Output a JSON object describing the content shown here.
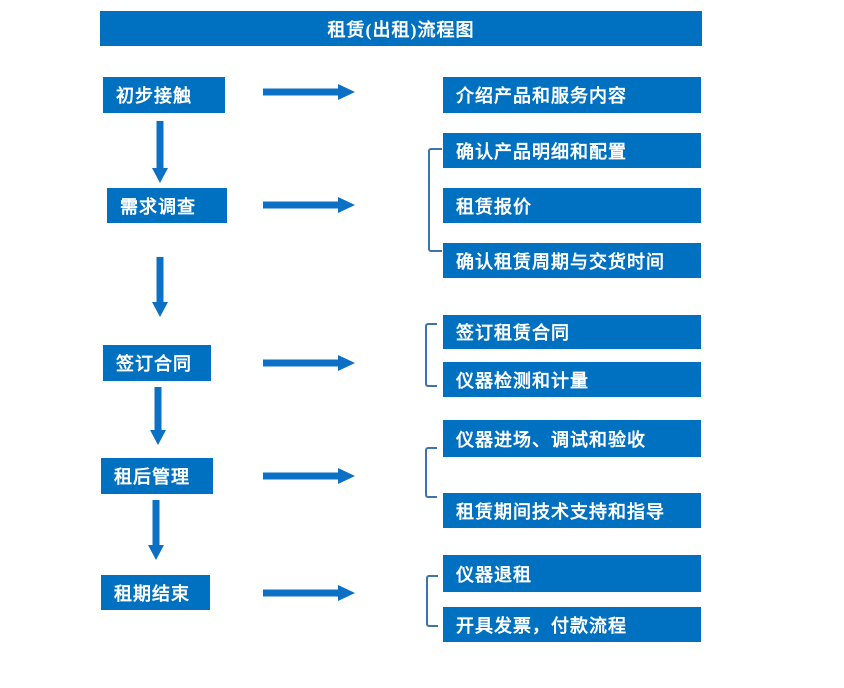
{
  "title": "租赁(出租)流程图",
  "colors": {
    "box_fill": "#0070C0",
    "arrow_fill": "#0C70C4",
    "bracket_stroke": "#3C74AD",
    "text": "#FFFFFF",
    "background": "#FFFFFF"
  },
  "steps": [
    {
      "label": "初步接触",
      "details": [
        "介绍产品和服务内容"
      ]
    },
    {
      "label": "需求调查",
      "details": [
        "确认产品明细和配置",
        "租赁报价",
        "确认租赁周期与交货时间"
      ]
    },
    {
      "label": "签订合同",
      "details": [
        "签订租赁合同",
        "仪器检测和计量"
      ]
    },
    {
      "label": "租后管理",
      "details": [
        "仪器进场、调试和验收",
        "租赁期间技术支持和指导"
      ]
    },
    {
      "label": "租期结束",
      "details": [
        "仪器退租",
        "开具发票，付款流程"
      ]
    }
  ]
}
